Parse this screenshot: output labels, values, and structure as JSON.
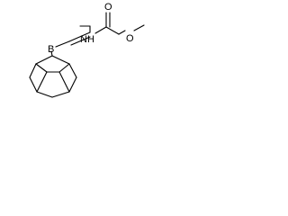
{
  "structure": {
    "atoms": {
      "boron": "B",
      "nitrogen": "N",
      "hydrogen": "H",
      "oxygen_carbonyl": "O",
      "oxygen_ether": "O"
    },
    "colors": {
      "bond": "#000000",
      "background": "#ffffff"
    }
  }
}
